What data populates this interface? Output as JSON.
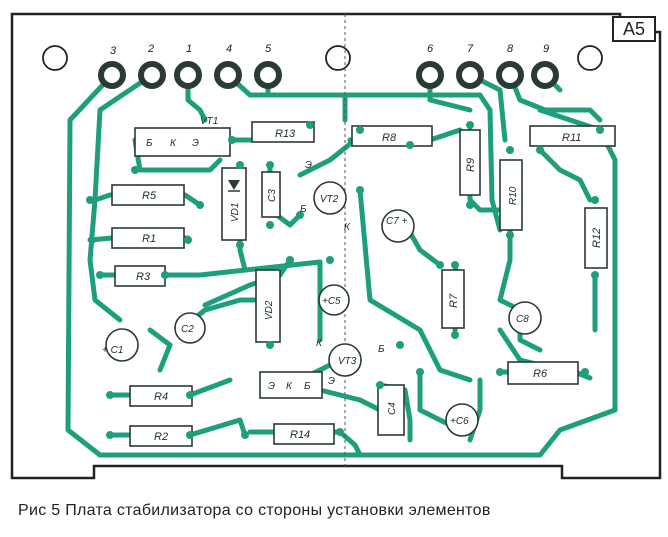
{
  "sheet_label": "А5",
  "caption": "Рис 5  Плата стабилизатора со стороны установки элементов",
  "colors": {
    "trace": "#1e9f7c",
    "board_outline": "#222222",
    "pad_ring": "#2a3a35",
    "paper": "#ffffff"
  },
  "connector_pins_left": [
    "3",
    "2",
    "1",
    "4",
    "5"
  ],
  "connector_pins_right": [
    "6",
    "7",
    "8",
    "9"
  ],
  "components": {
    "R1": "R1",
    "R2": "R2",
    "R3": "R3",
    "R4": "R4",
    "R5": "R5",
    "R6": "R6",
    "R7": "R7",
    "R8": "R8",
    "R9": "R9",
    "R10": "R10",
    "R11": "R11",
    "R12": "R12",
    "R13": "R13",
    "R14": "R14",
    "VD1": "VD1",
    "VD2": "VD2",
    "VT1": "VT1",
    "VT2": "VT2",
    "VT3": "VT3",
    "C1": "+ C1",
    "C2": "C2",
    "C3": "C3",
    "C4": "C4",
    "C5": "+C5",
    "C6": "+C6",
    "C7": "C7 +",
    "C8": "C8"
  },
  "pin_letters": {
    "vt1": [
      "Б",
      "К",
      "Э"
    ],
    "vt2_b": "Б",
    "vt2_e": "Э",
    "vt2_k": "К",
    "vt3_k": "К",
    "vt3_b": "Б",
    "vt3_e": "Э",
    "vt3_row": [
      "Э",
      "К",
      "Б"
    ]
  }
}
